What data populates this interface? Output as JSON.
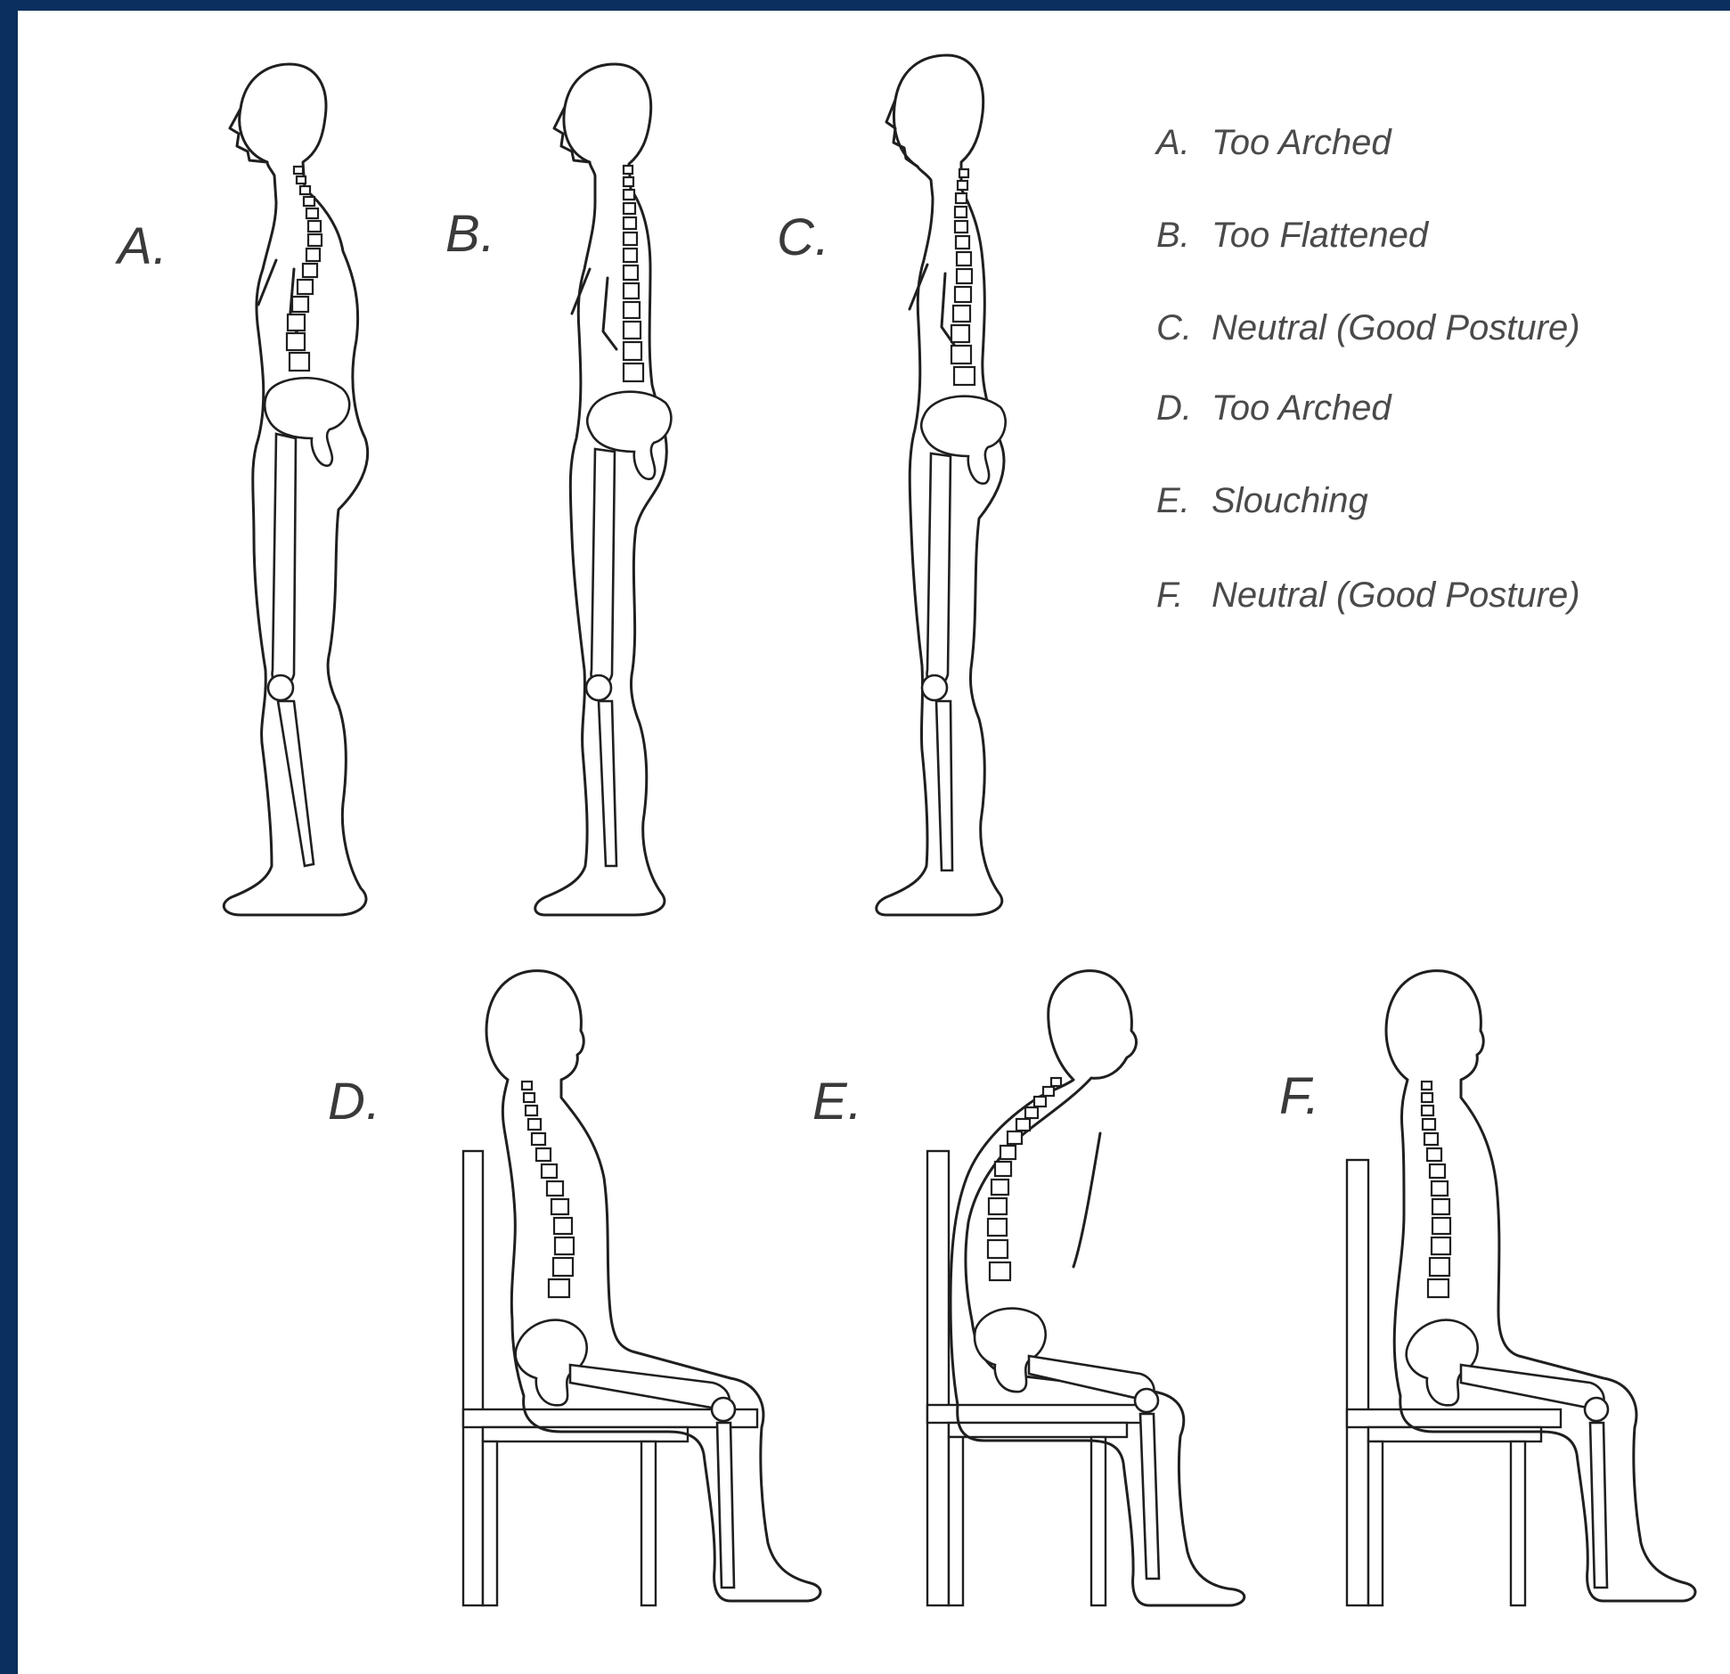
{
  "figure_labels": {
    "a": "A.",
    "b": "B.",
    "c": "C.",
    "d": "D.",
    "e": "E.",
    "f": "F."
  },
  "legend": [
    {
      "letter": "A.",
      "text": "Too Arched"
    },
    {
      "letter": "B.",
      "text": "Too Flattened"
    },
    {
      "letter": "C.",
      "text": "Neutral (Good Posture)"
    },
    {
      "letter": "D.",
      "text": "Too Arched"
    },
    {
      "letter": "E.",
      "text": "Slouching"
    },
    {
      "letter": "F.",
      "text": "Neutral (Good Posture)"
    }
  ],
  "colors": {
    "border": "#0b2f5e",
    "background": "#ffffff",
    "line": "#1f1f1f",
    "label_text": "#3a3a3a",
    "legend_text": "#4a4a4a"
  }
}
